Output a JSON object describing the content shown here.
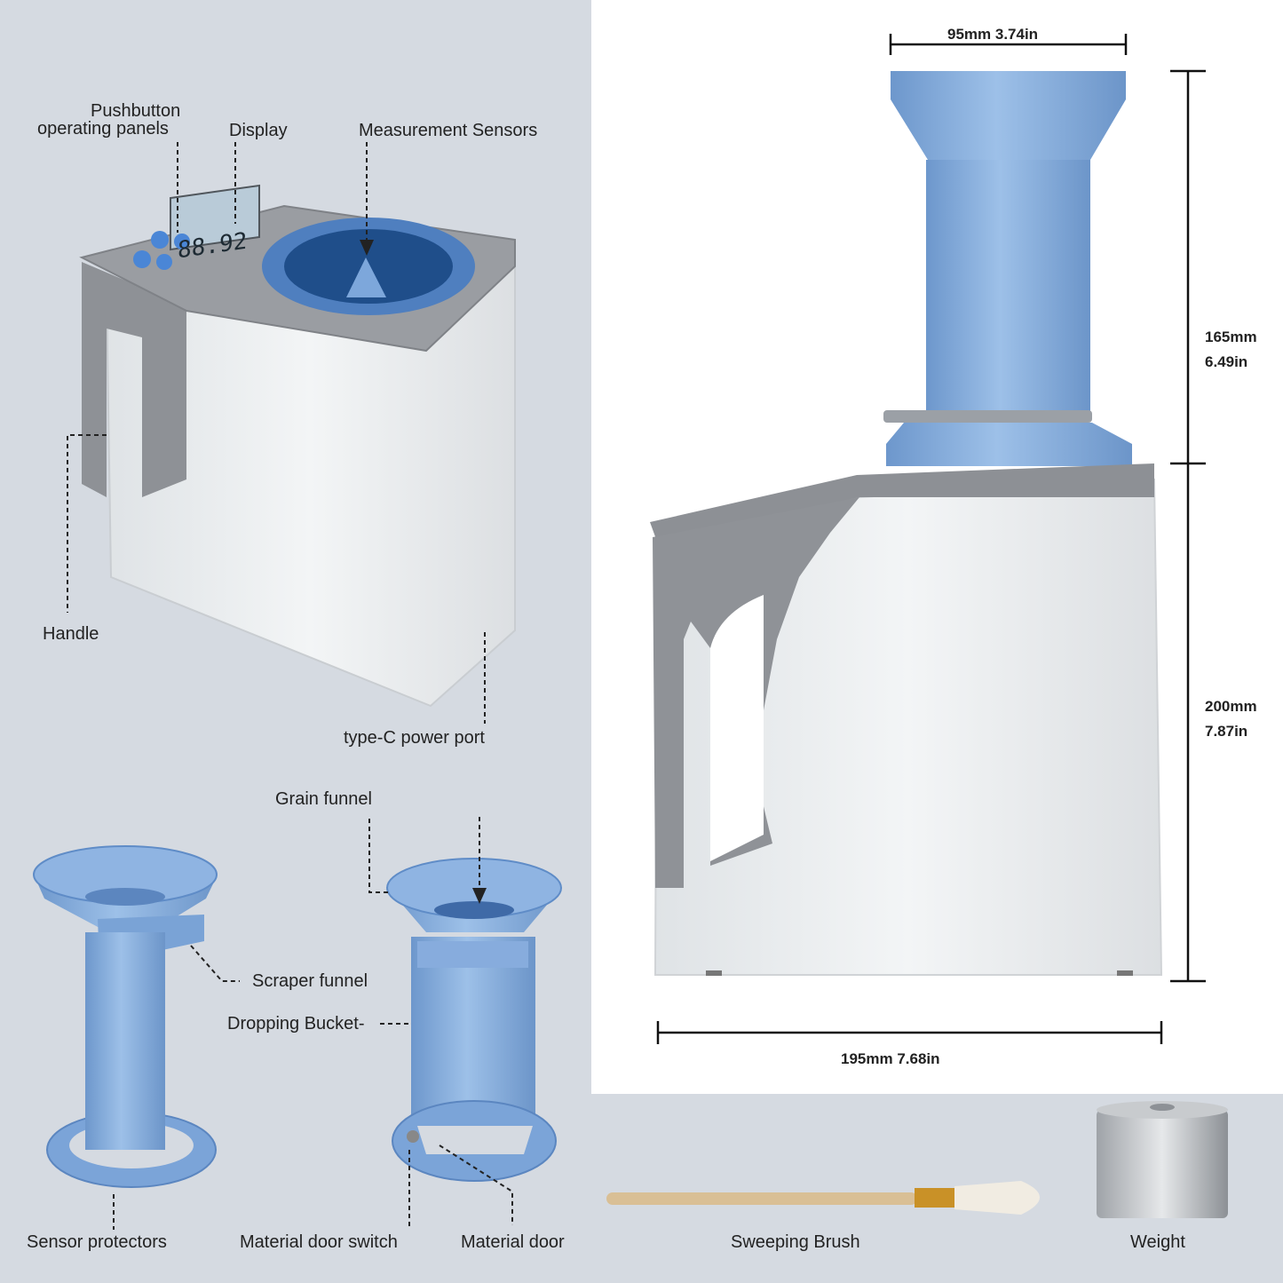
{
  "display_reading": "88.92",
  "callouts": {
    "pushbutton_line1": "Pushbutton",
    "pushbutton_line2": "operating panels",
    "display": "Display",
    "sensors": "Measurement Sensors",
    "handle": "Handle",
    "power_port": "type-C power port",
    "grain_funnel": "Grain funnel",
    "scraper_funnel": "Scraper funnel",
    "dropping_bucket": "Dropping Bucket-",
    "sensor_protectors": "Sensor protectors",
    "door_switch": "Material door switch",
    "material_door": "Material door",
    "brush": "Sweeping Brush",
    "weight": "Weight"
  },
  "dimensions": {
    "top_width": "95mm 3.74in",
    "upper_height_mm": "165mm",
    "upper_height_in": "6.49in",
    "lower_height_mm": "200mm",
    "lower_height_in": "7.87in",
    "base_width": "195mm 7.68in"
  },
  "colors": {
    "background": "#d5dae1",
    "panel": "#ffffff",
    "device_blue": "#7ea6d6",
    "device_gray": "#8c8f94",
    "device_body": "#e9ecee"
  }
}
